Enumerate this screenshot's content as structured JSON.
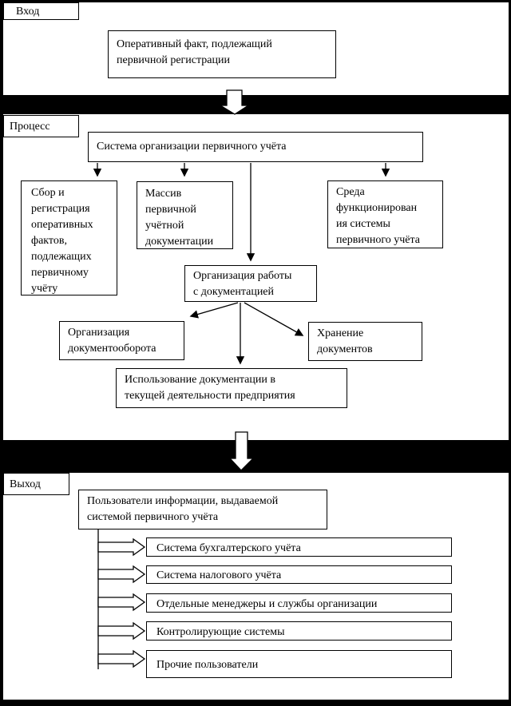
{
  "colors": {
    "background": "#000000",
    "panel": "#ffffff",
    "line": "#000000",
    "text": "#000000"
  },
  "sections": {
    "input": {
      "label": "Вход",
      "fact_box": "Оперативный факт, подлежащий\nпервичной регистрации"
    },
    "process": {
      "label": "Процесс",
      "system_box": "Система организации первичного учёта",
      "collect_box": "Сбор и\nрегистрация\nоперативных\nфактов,\nподлежащих\nпервичному\nучёту",
      "array_box": "Массив\nпервичной\nучётной\nдокументации",
      "environment_box": "Среда\nфункционирован\nия системы\nпервичного учёта",
      "work_org_box": "Организация работы\nс документацией",
      "docflow_box": "Организация\nдокументооборота",
      "storage_box": "Хранение\nдокументов",
      "usage_box": "Использование документации в\nтекущей деятельности предприятия"
    },
    "output": {
      "label": "Выход",
      "users_box": "Пользователи информации, выдаваемой\nсистемой первичного учёта",
      "user_items": [
        "Система бухгалтерского учёта",
        "Система налогового учёта",
        "Отдельные менеджеры и службы организации",
        "Контролирующие системы",
        "Прочие пользователи"
      ]
    }
  }
}
